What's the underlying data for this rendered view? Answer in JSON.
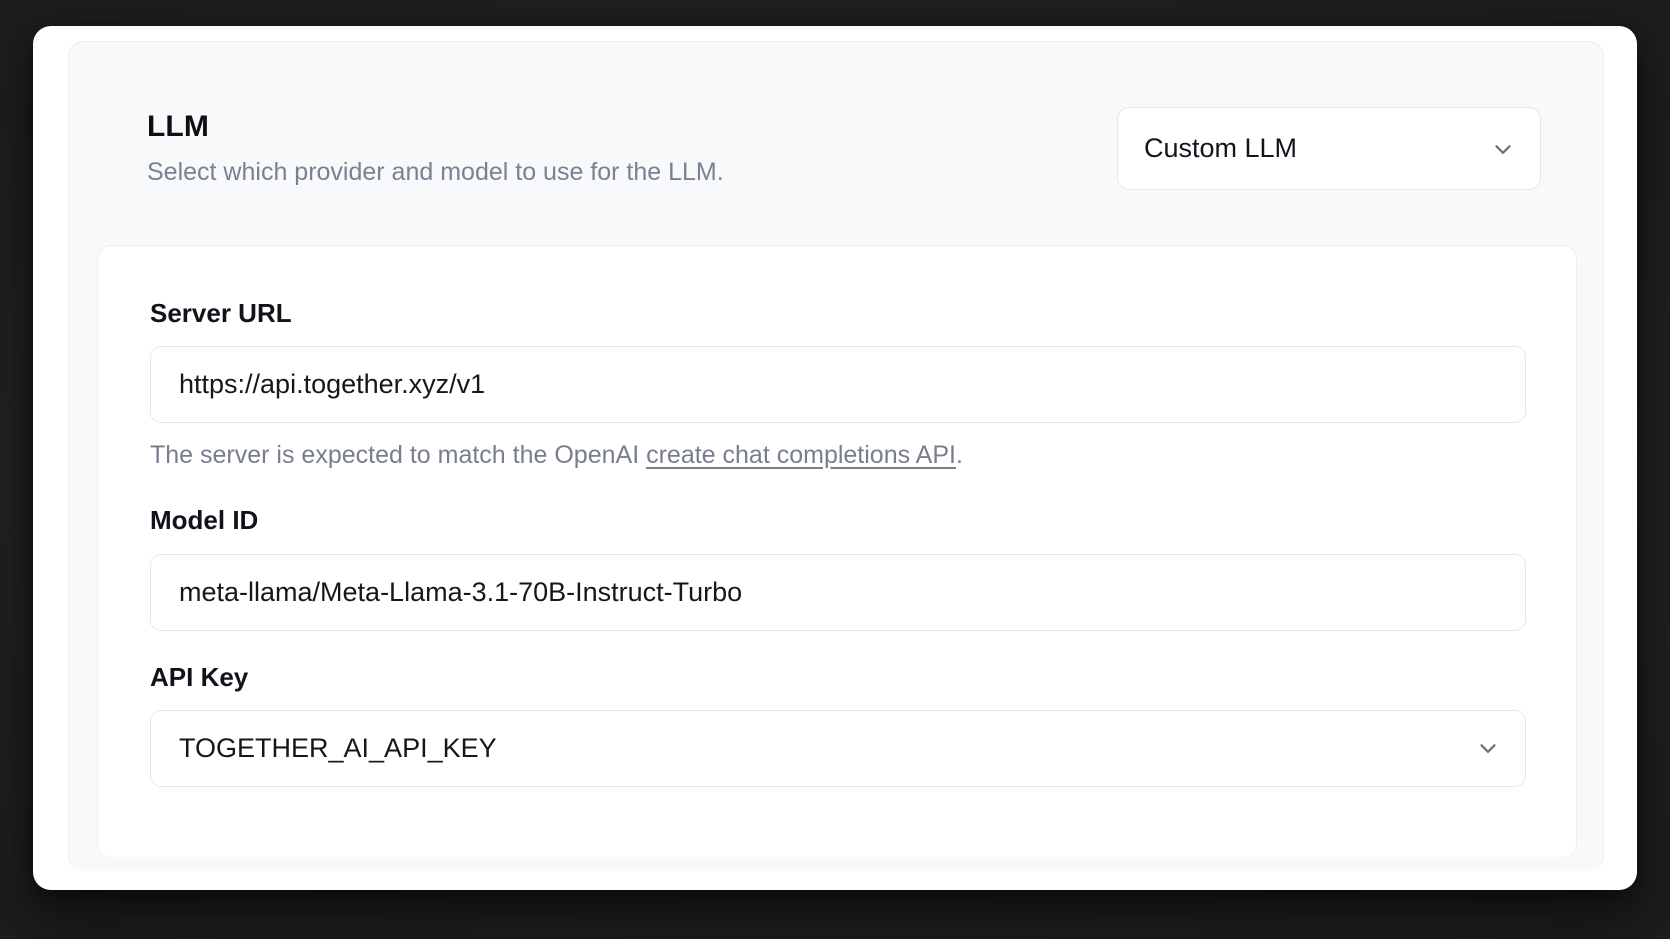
{
  "section": {
    "title": "LLM",
    "subtitle": "Select which provider and model to use for the LLM."
  },
  "provider_select": {
    "name": "llm-provider-select",
    "value": "Custom LLM",
    "icon": "chevron-down-icon"
  },
  "fields": {
    "server_url": {
      "label": "Server URL",
      "value": "https://api.together.xyz/v1",
      "helper_prefix": "The server is expected to match the OpenAI ",
      "helper_link": "create chat completions API",
      "helper_suffix": "."
    },
    "model_id": {
      "label": "Model ID",
      "value": "meta-llama/Meta-Llama-3.1-70B-Instruct-Turbo"
    },
    "api_key": {
      "label": "API Key",
      "value": "TOGETHER_AI_API_KEY",
      "icon": "chevron-down-icon"
    }
  },
  "colors": {
    "backdrop": "#1f1f1f",
    "panel_bg": "#f8f9fb",
    "card_bg": "#ffffff",
    "border": "#e6e7ee",
    "text_primary": "#101319",
    "text_muted": "#787e8e"
  }
}
